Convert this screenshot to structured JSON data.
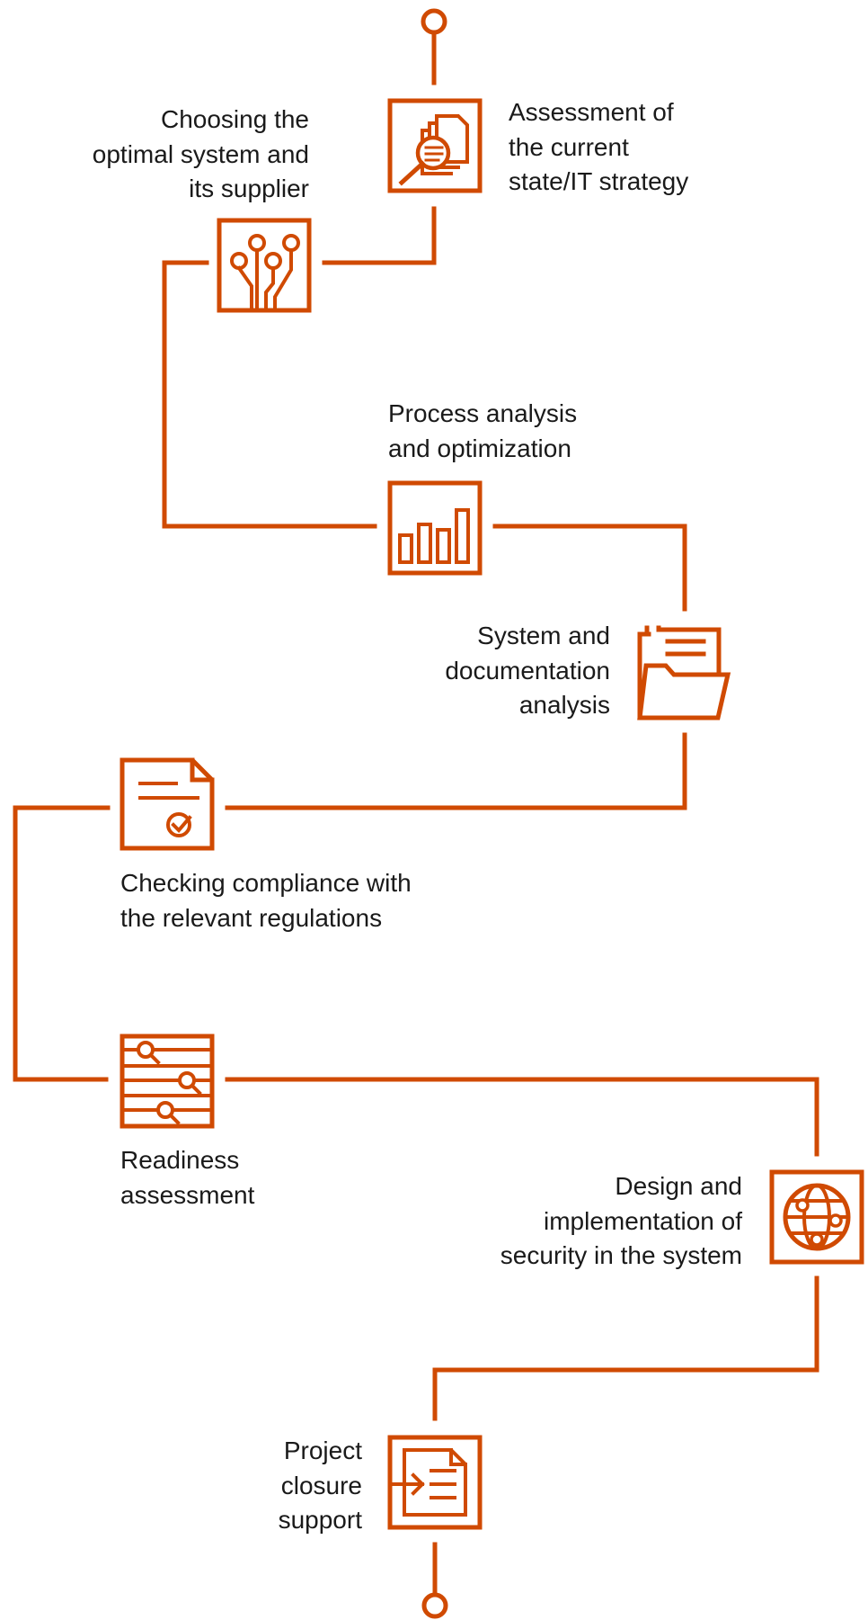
{
  "accent_color": "#d04a02",
  "text_color": "#1a1a1a",
  "steps": [
    {
      "id": "assessment",
      "icon": "document-magnifier-icon",
      "lines": [
        "Assessment of",
        "the current",
        "state/IT strategy"
      ]
    },
    {
      "id": "choosing",
      "icon": "circuit-icon",
      "lines": [
        "Choosing the",
        "optimal system and",
        "its supplier"
      ]
    },
    {
      "id": "process",
      "icon": "bar-chart-icon",
      "lines": [
        "Process analysis",
        "and optimization"
      ]
    },
    {
      "id": "system-docs",
      "icon": "folder-icon",
      "lines": [
        "System and",
        "documentation",
        "analysis"
      ]
    },
    {
      "id": "compliance",
      "icon": "document-check-icon",
      "lines": [
        "Checking compliance with",
        "the relevant regulations"
      ]
    },
    {
      "id": "readiness",
      "icon": "sliders-icon",
      "lines": [
        "Readiness",
        "assessment"
      ]
    },
    {
      "id": "security",
      "icon": "globe-network-icon",
      "lines": [
        "Design and",
        "implementation of",
        "security in the system"
      ]
    },
    {
      "id": "closure",
      "icon": "document-arrow-icon",
      "lines": [
        "Project",
        "closure",
        "support"
      ]
    }
  ]
}
